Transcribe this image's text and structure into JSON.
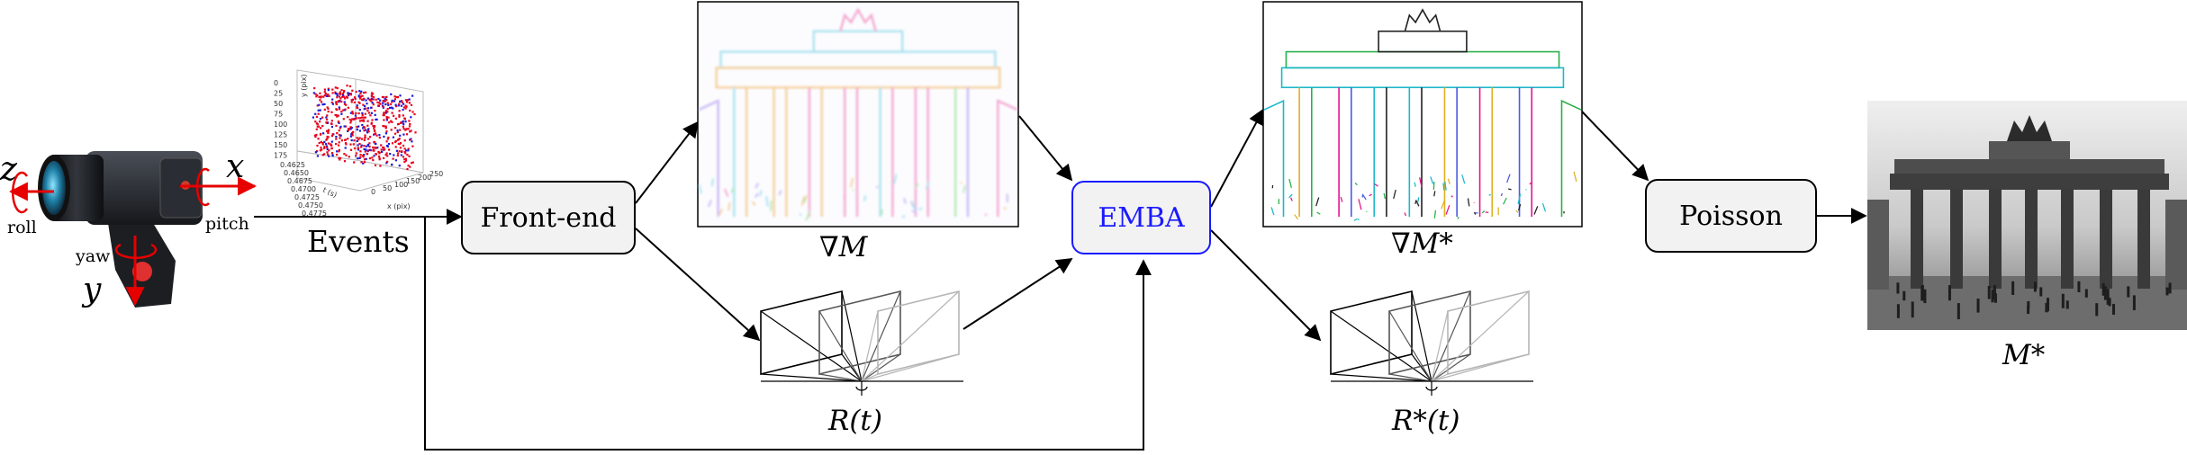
{
  "camera": {
    "axis_z": "z",
    "axis_x": "x",
    "axis_y": "y",
    "roll_label": "roll",
    "pitch_label": "pitch",
    "yaw_label": "yaw"
  },
  "events_label": "Events",
  "event_plot": {
    "y_ticks": [
      "0",
      "25",
      "50",
      "75",
      "100",
      "125",
      "150",
      "175"
    ],
    "x_ticks": [
      "0",
      "50",
      "100",
      "150",
      "200",
      "250"
    ],
    "t_ticks": [
      "0.4625",
      "0.4650",
      "0.4675",
      "0.4700",
      "0.4725",
      "0.4750",
      "0.4775"
    ],
    "y_axis_label": "y (pix)",
    "x_axis_label": "x (pix)",
    "t_axis_label": "t (s)",
    "colors": {
      "positive": "#e8001c",
      "negative": "#1b1bd8"
    }
  },
  "blocks": {
    "frontend": "Front-end",
    "emba": "EMBA",
    "poisson": "Poisson"
  },
  "labels": {
    "grad_map": "∇M",
    "grad_map_refined": "∇M*",
    "rotation": "R(t)",
    "rotation_refined": "R*(t)",
    "map_final": "M*"
  },
  "colors": {
    "emba_border": "#1a1aff",
    "block_fill": "#f2f2f2"
  }
}
